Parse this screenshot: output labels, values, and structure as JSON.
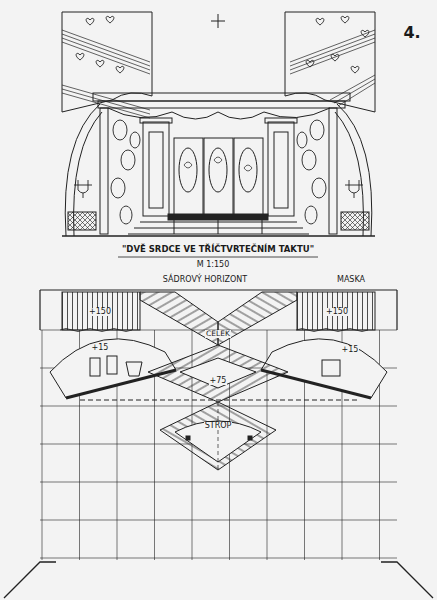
{
  "diagram": {
    "title": "\"DVĚ SRDCE VE TŘÍČTVRTEČNÍM TAKTU\"",
    "labels": [
      "4.",
      "M 1:150",
      "SÁDROVÝ HORIZONT",
      "MASKA",
      "+150",
      "+150",
      "CELEK",
      "+15",
      "+15",
      "+75",
      "STROP"
    ]
  }
}
